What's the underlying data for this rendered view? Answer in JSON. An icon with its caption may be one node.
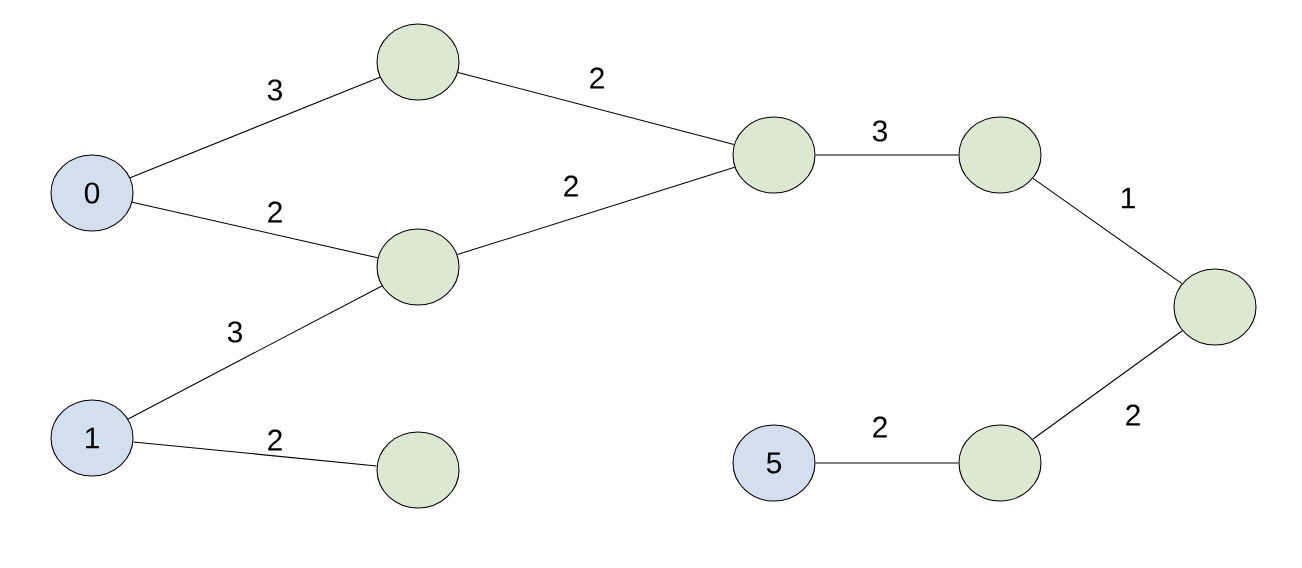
{
  "diagram": {
    "nodes": [
      {
        "text": [
          "0"
        ]
      },
      {
        "text": [
          "1"
        ]
      },
      {
        "text": [],
        "shape": "ellipse"
      },
      {
        "text": [],
        "shape": "ellipse"
      },
      {
        "text": [],
        "shape": "ellipse"
      },
      {
        "text": [],
        "shape": "ellipse"
      },
      {
        "text": [],
        "shape": "ellipse"
      },
      {
        "text": [],
        "shape": "ellipse"
      },
      {
        "text": [
          "5"
        ]
      },
      {
        "text": [],
        "shape": "ellipse"
      }
    ],
    "edges": [
      {
        "from": 0,
        "to": 2,
        "arrow": "none",
        "label": "3"
      },
      {
        "from": 0,
        "to": 3,
        "arrow": "none",
        "label": "2"
      },
      {
        "from": 1,
        "to": 3,
        "arrow": "none",
        "label": "3"
      },
      {
        "from": 1,
        "to": 4,
        "arrow": "none",
        "label": "2"
      },
      {
        "from": 2,
        "to": 5,
        "arrow": "none",
        "label": "2"
      },
      {
        "from": 3,
        "to": 5,
        "arrow": "none",
        "label": "2"
      },
      {
        "from": 5,
        "to": 6,
        "arrow": "none",
        "label": "3"
      },
      {
        "from": 6,
        "to": 7,
        "arrow": "none",
        "label": "1"
      },
      {
        "from": 8,
        "to": 9,
        "arrow": "none",
        "label": "2"
      },
      {
        "from": 9,
        "to": 7,
        "arrow": "none",
        "label": "2"
      }
    ]
  }
}
